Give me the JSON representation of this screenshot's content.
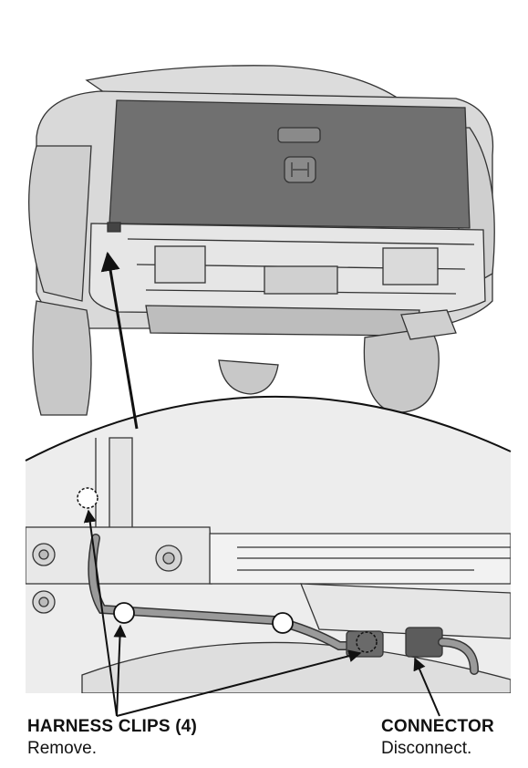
{
  "callouts": {
    "harness_clips": {
      "title": "HARNESS CLIPS (4)",
      "action": "Remove."
    },
    "connector": {
      "title": "CONNECTOR",
      "action": "Disconnect."
    }
  },
  "colors": {
    "body_shade": "#d6d6d6",
    "tailgate": "#6e6e6e",
    "line": "#222222",
    "clip_fill": "#ffffff",
    "background": "#ffffff"
  },
  "icons": {
    "clip_marker": "white-circle",
    "hidden_clip_marker": "dashed-circle",
    "pointer": "arrow"
  }
}
